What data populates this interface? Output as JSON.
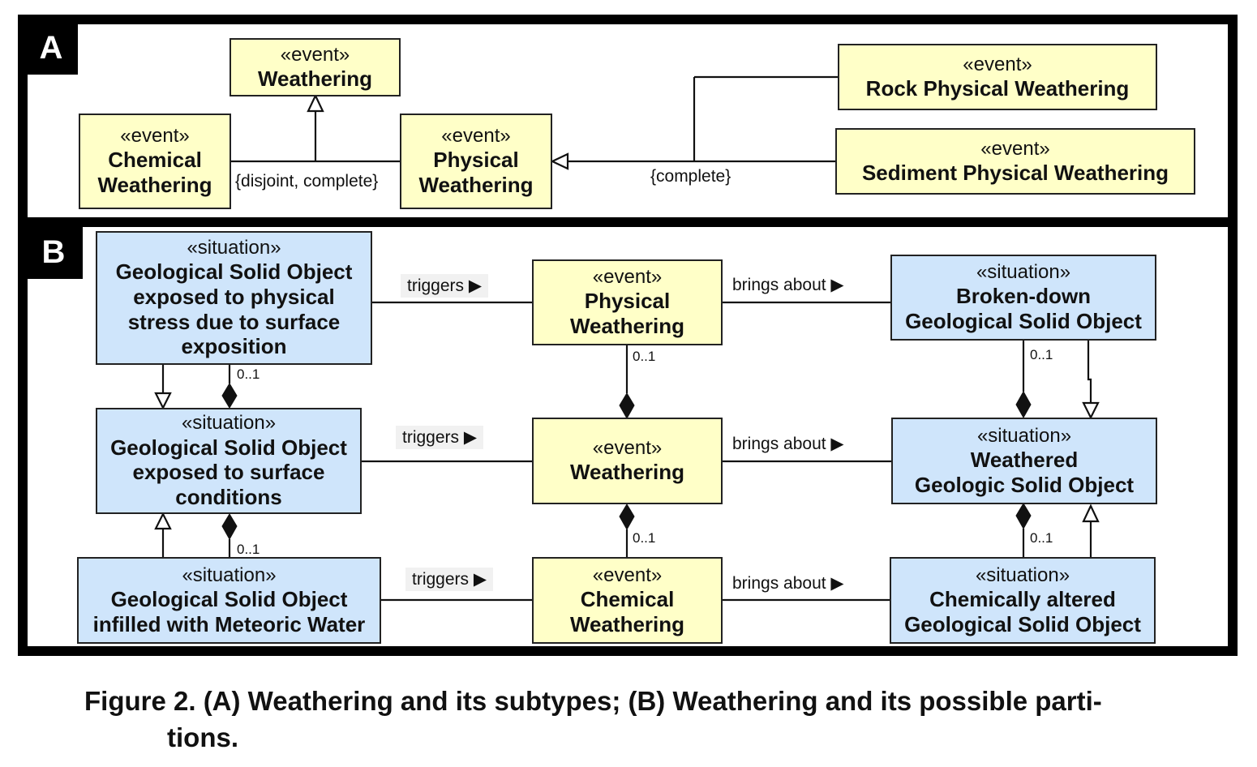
{
  "panel_a": {
    "tag": "A",
    "stereo_event": "«event»",
    "weathering": "Weathering",
    "chemical": "Chemical\nWeathering",
    "physical": "Physical\nWeathering",
    "rock": "Rock Physical Weathering",
    "sediment": "Sediment Physical Weathering",
    "disjoint_label": "{disjoint, complete}",
    "complete_label": "{complete}"
  },
  "panel_b": {
    "tag": "B",
    "stereo_event": "«event»",
    "stereo_situation": "«situation»",
    "sit_stress": "Geological Solid Object\nexposed to physical\nstress due to surface\nexposition",
    "sit_surface": "Geological Solid Object\nexposed to surface\nconditions",
    "sit_infilled": "Geological Solid Object\ninfilled with Meteoric Water",
    "ev_physical": "Physical\nWeathering",
    "ev_weathering": "Weathering",
    "ev_chemical": "Chemical\nWeathering",
    "sit_broken": "Broken-down\nGeological Solid Object",
    "sit_weathered": "Weathered\nGeologic Solid Object",
    "sit_altered": "Chemically altered\nGeological Solid Object",
    "triggers": "triggers ▶",
    "brings_about": "brings about ▶",
    "mult": "0..1"
  },
  "caption": {
    "line1": "Figure 2. (A) Weathering and its subtypes; (B) Weathering and its possible parti-",
    "line2": "tions."
  }
}
